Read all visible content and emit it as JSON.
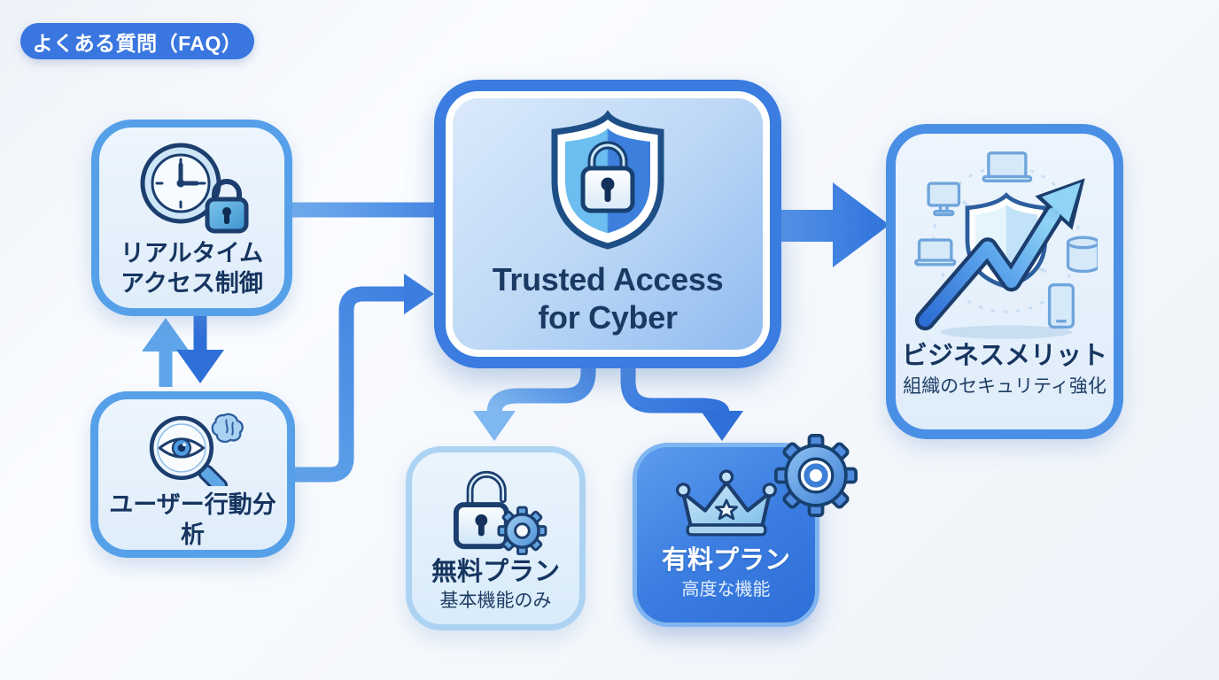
{
  "badge": {
    "label": "よくある質問（FAQ）"
  },
  "nodes": {
    "realtime": {
      "line1": "リアルタイム",
      "line2": "アクセス制御",
      "icon": "clock-lock-icon"
    },
    "behavior": {
      "title": "ユーザー行動分析",
      "icon": "magnifier-eye-brain-icon"
    },
    "product": {
      "line1": "Trusted Access",
      "line2": "for Cyber",
      "icon": "shield-lock-icon"
    },
    "benefit": {
      "title": "ビジネスメリット",
      "subtitle": "組織のセキュリティ強化",
      "icon": "growth-shield-network-icon"
    },
    "free_plan": {
      "title": "無料プラン",
      "subtitle": "基本機能のみ",
      "icon": "unlocked-padlock-gear-icon"
    },
    "paid_plan": {
      "title": "有料プラン",
      "subtitle": "高度な機能",
      "icon": "crown-icon",
      "corner_icon": "gear-icon"
    }
  },
  "edges": [
    {
      "from": "realtime",
      "to": "product",
      "style": "plain-line"
    },
    {
      "from": "realtime",
      "to": "behavior",
      "style": "arrow-down"
    },
    {
      "from": "behavior",
      "to": "realtime",
      "style": "arrow-up"
    },
    {
      "from": "behavior",
      "to": "product",
      "style": "elbow-arrow-right"
    },
    {
      "from": "product",
      "to": "benefit",
      "style": "bold-arrow-right"
    },
    {
      "from": "product",
      "to": "free_plan",
      "style": "elbow-arrow-down"
    },
    {
      "from": "product",
      "to": "paid_plan",
      "style": "elbow-arrow-down"
    }
  ],
  "colors": {
    "badge_bg": "#3A76E0",
    "node_border": "#55A0E9",
    "node_fill": "#EAF3FC",
    "product_border": "#3A7CE0",
    "accent_dark": "#2E6FD8",
    "accent_light": "#5FA5EA",
    "paid_fill": "#3A7CE0",
    "text_dark": "#16345F",
    "text_white": "#FFFFFF"
  }
}
